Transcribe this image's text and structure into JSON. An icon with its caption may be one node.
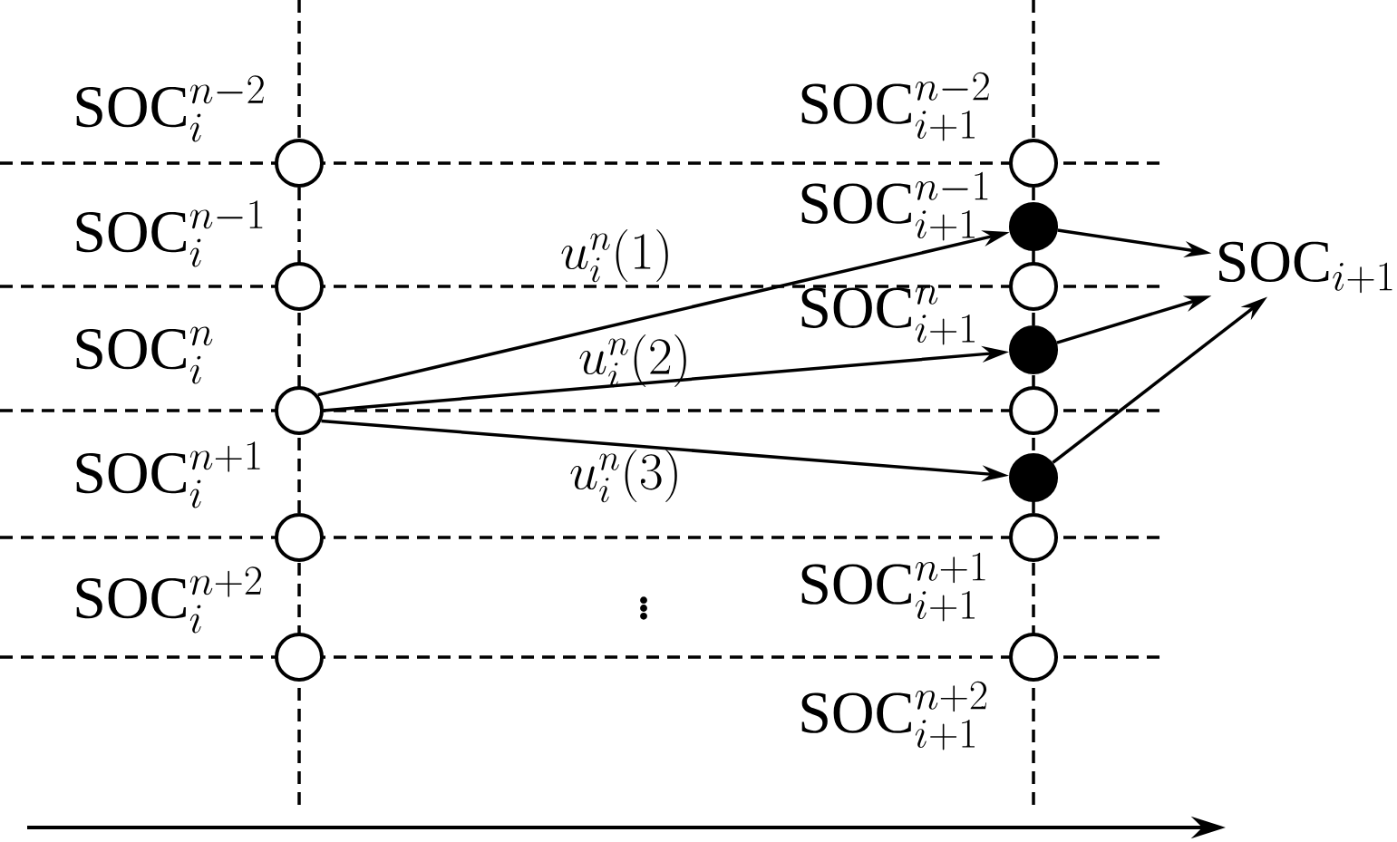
{
  "diagram": {
    "nodes": [
      {
        "text": [],
        "shape": "circle"
      },
      {
        "text": [],
        "shape": "circle"
      },
      {
        "text": [],
        "shape": "circle"
      },
      {
        "text": [],
        "shape": "circle"
      },
      {
        "text": [],
        "shape": "circle"
      },
      {
        "text": [],
        "shape": "circle"
      },
      {
        "text": [],
        "shape": "dot"
      },
      {
        "text": [],
        "shape": "circle"
      },
      {
        "text": [],
        "shape": "dot"
      },
      {
        "text": [],
        "shape": "circle"
      },
      {
        "text": [],
        "shape": "dot"
      },
      {
        "text": [],
        "shape": "circle"
      },
      {
        "text": [],
        "shape": "circle"
      },
      {
        "text": [
          "\\mathrm{SOC}_{i+1}"
        ]
      }
    ],
    "edges": [
      {
        "from": 2,
        "to": 6,
        "arrow": "to",
        "label": "u_{i}^{n}(1)"
      },
      {
        "from": 2,
        "to": 8,
        "arrow": "to",
        "label": "u_{i}^{n}(2)"
      },
      {
        "from": 2,
        "to": 10,
        "arrow": "to",
        "label": "u_{i}^{n}(3)"
      },
      {
        "from": 6,
        "to": 13,
        "arrow": "to"
      },
      {
        "from": 8,
        "to": 13,
        "arrow": "to"
      },
      {
        "from": 10,
        "to": 13,
        "arrow": "to"
      }
    ],
    "labels": [
      "\\mathrm{SOC}_{i}^{n-2}",
      "\\mathrm{SOC}_{i+1}^{n-2}",
      "\\mathrm{SOC}_{i}^{n-1}",
      "\\mathrm{SOC}_{i+1}^{n-1}",
      "\\mathrm{SOC}_{i}^{n}",
      "\\mathrm{SOC}_{i+1}^{n}",
      "\\mathrm{SOC}_{i}^{n+1}",
      "\\mathrm{SOC}_{i}^{n+2}",
      "\\vdots",
      "\\mathrm{SOC}_{i+1}^{n+1}",
      "\\mathrm{SOC}_{i+1}^{n+2}"
    ]
  }
}
